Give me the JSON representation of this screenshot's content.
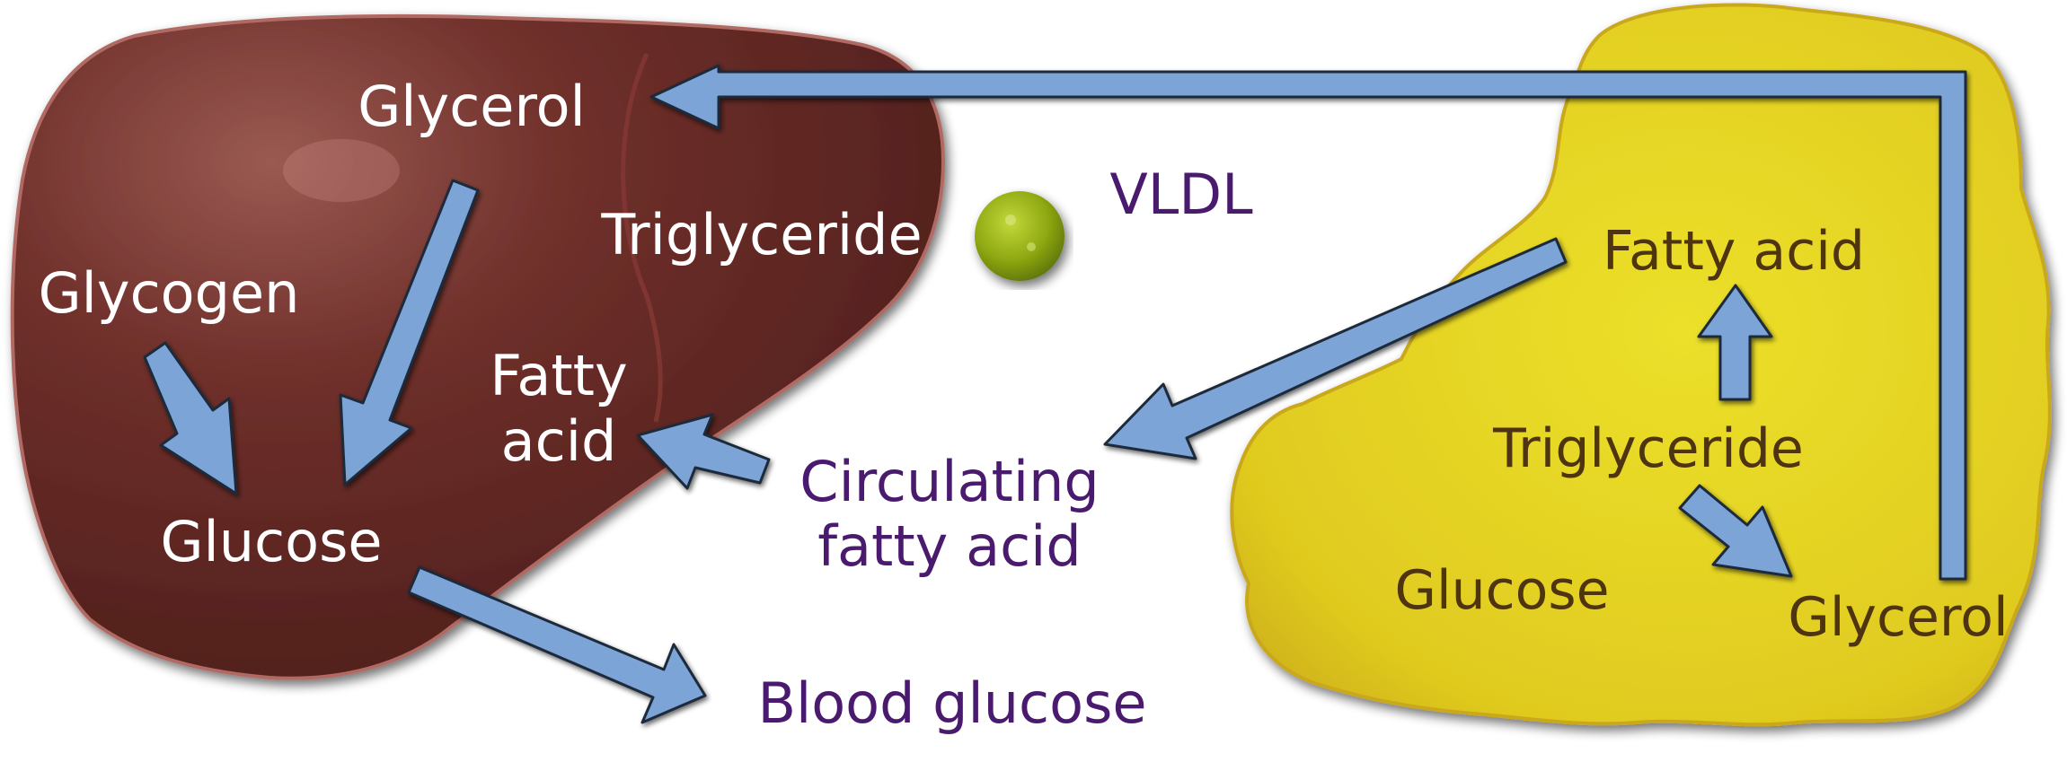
{
  "colors": {
    "liver": "#6e2f2a",
    "liver_dark": "#4a1d1a",
    "liver_edge": "#b06a63",
    "adipose": "#e2cf1f",
    "adipose_edge": "#c9a81a",
    "arrow_fill": "#7ba4d6",
    "arrow_stroke": "#1f2a3a",
    "liver_text": "#ffffff",
    "adipose_text": "#4e3410",
    "blood_text": "#4a1a6e",
    "vldl_particle": "#8eaa12"
  },
  "liver": {
    "glycerol": "Glycerol",
    "triglyceride": "Triglyceride",
    "glycogen": "Glycogen",
    "fatty_acid_line1": "Fatty",
    "fatty_acid_line2": "acid",
    "glucose": "Glucose"
  },
  "blood": {
    "vldl": "VLDL",
    "circulating_line1": "Circulating",
    "circulating_line2": "fatty acid",
    "blood_glucose": "Blood glucose"
  },
  "adipose": {
    "fatty_acid": "Fatty acid",
    "triglyceride": "Triglyceride",
    "glucose": "Glucose",
    "glycerol": "Glycerol"
  }
}
